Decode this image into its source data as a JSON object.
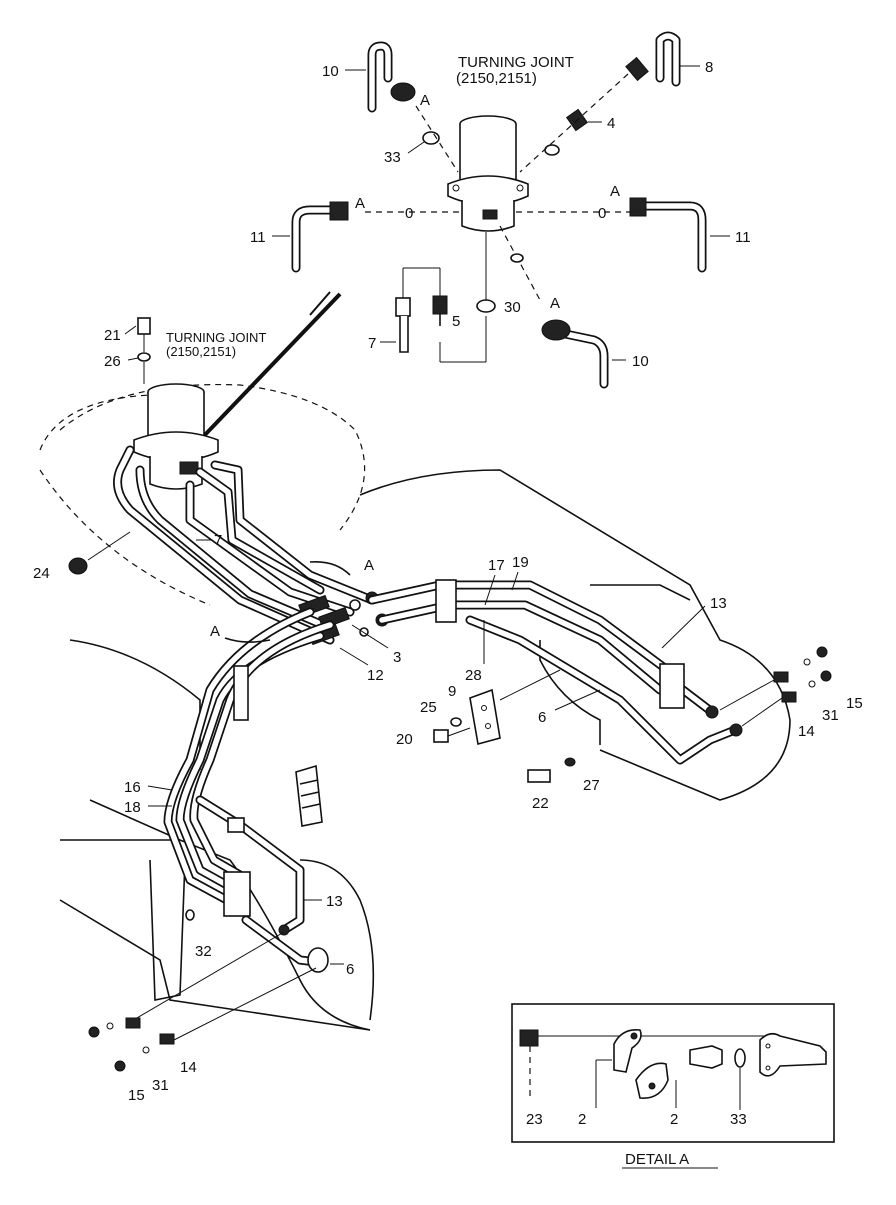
{
  "labels": {
    "turning_joint_top": "TURNING JOINT",
    "turning_joint_top_codes": "(2150,2151)",
    "turning_joint_left": "TURNING JOINT",
    "turning_joint_left_codes": "(2150,2151)",
    "detail_title": "DETAIL  A"
  },
  "callouts": {
    "c10_top": "10",
    "c8": "8",
    "c4": "4",
    "c33_top": "33",
    "cA_1": "A",
    "cA_2": "A",
    "cA_3": "A",
    "cA_4": "A",
    "c11_left": "11",
    "c11_right": "11",
    "c0_left": "0",
    "c0_right": "0",
    "c30": "30",
    "c5": "5",
    "c7_top": "7",
    "c10_mid": "10",
    "c21": "21",
    "c26": "26",
    "c24": "24",
    "c7_mid": "7",
    "cA_5": "A",
    "cA_6": "A",
    "c17": "17",
    "c19": "19",
    "c13_top": "13",
    "c3": "3",
    "c12": "12",
    "c28": "28",
    "c9": "9",
    "c25": "25",
    "c20": "20",
    "c6_mid": "6",
    "c27": "27",
    "c22": "22",
    "c15_right": "15",
    "c31_right": "31",
    "c14_right": "14",
    "c16": "16",
    "c18": "18",
    "c13_low": "13",
    "c32": "32",
    "c6_low": "6",
    "c14_low": "14",
    "c31_low": "31",
    "c15_low": "15",
    "d23": "23",
    "d2a": "2",
    "d2b": "2",
    "d33": "33"
  },
  "icons": [
    "turning-joint-icon",
    "pipe-icon",
    "bolt-icon",
    "o-ring-icon",
    "bracket-icon",
    "clamp-icon"
  ]
}
